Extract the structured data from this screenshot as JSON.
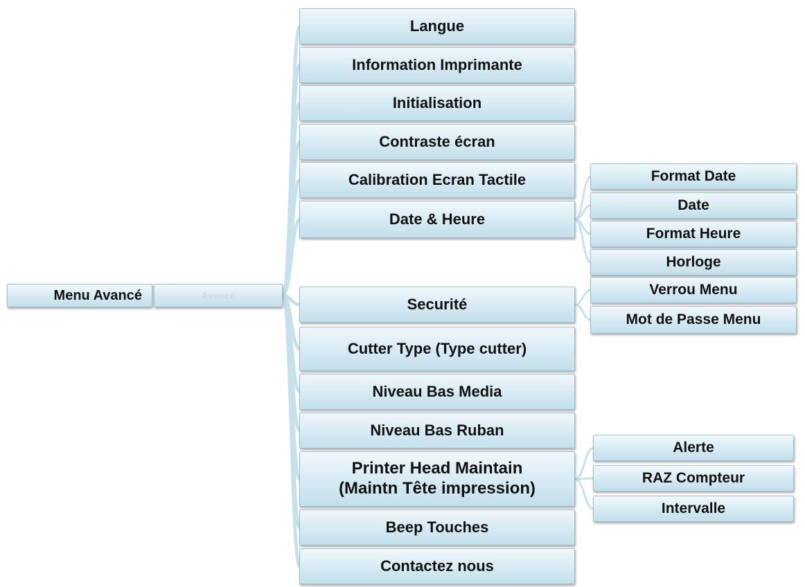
{
  "root": {
    "label": "Menu Avancé"
  },
  "bridge": {
    "label": "Avancé"
  },
  "items": [
    {
      "label": "Langue"
    },
    {
      "label": "Information Imprimante"
    },
    {
      "label": "Initialisation"
    },
    {
      "label": "Contraste écran"
    },
    {
      "label": "Calibration Ecran Tactile"
    },
    {
      "label": "Date & Heure"
    },
    {
      "label": "Securité"
    },
    {
      "label": "Cutter Type (Type cutter)"
    },
    {
      "label": "Niveau Bas Media"
    },
    {
      "label": "Niveau Bas Ruban"
    },
    {
      "label": "Printer Head Maintain\n(Maintn Tête impression)"
    },
    {
      "label": "Beep Touches"
    },
    {
      "label": "Contactez nous"
    }
  ],
  "date_heure_children": [
    {
      "label": "Format Date"
    },
    {
      "label": "Date"
    },
    {
      "label": "Format Heure"
    },
    {
      "label": "Horloge"
    }
  ],
  "securite_children": [
    {
      "label": "Verrou Menu"
    },
    {
      "label": "Mot de Passe Menu"
    }
  ],
  "head_maintain_children": [
    {
      "label": "Alerte"
    },
    {
      "label": "RAZ Compteur"
    },
    {
      "label": "Intervalle"
    }
  ],
  "colors": {
    "box_top": "#f1f8fb",
    "box_bottom": "#c3dfeb",
    "border": "#9fbfcc",
    "connector": "#c7e1ec"
  }
}
